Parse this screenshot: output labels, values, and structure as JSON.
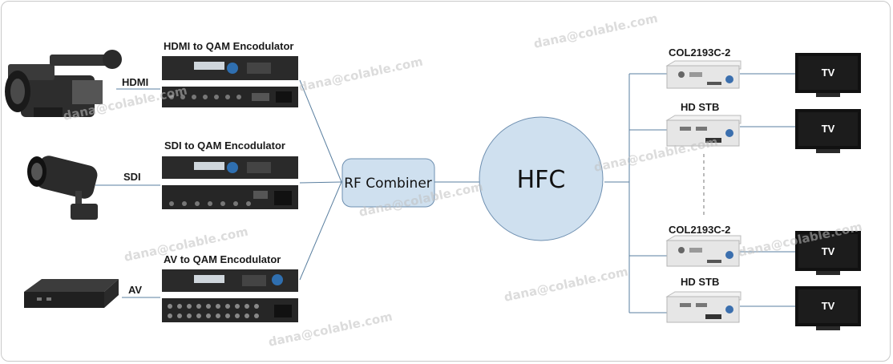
{
  "sources": {
    "hdmi_label": "HDMI",
    "sdi_label": "SDI",
    "av_label": "AV"
  },
  "encoders": {
    "hdmi_title": "HDMI to QAM Encodulator",
    "sdi_title": "SDI to QAM Encodulator",
    "av_title": "AV to QAM Encodulator"
  },
  "combiner": {
    "label": "RF Combiner"
  },
  "network": {
    "label": "HFC"
  },
  "receivers": {
    "r1_label": "COL2193C-2",
    "r2_label": "HD STB",
    "r3_label": "COL2193C-2",
    "r4_label": "HD STB"
  },
  "tvs": [
    "TV",
    "TV",
    "TV",
    "TV"
  ],
  "watermark": "dana@colable.com",
  "colors": {
    "line": "#5a7fa0",
    "combiner_fill": "#cfe0ef",
    "hfc_fill": "#cfe0ef",
    "device_dark": "#2a2a2a",
    "receiver_fill": "#e8e8e8"
  }
}
